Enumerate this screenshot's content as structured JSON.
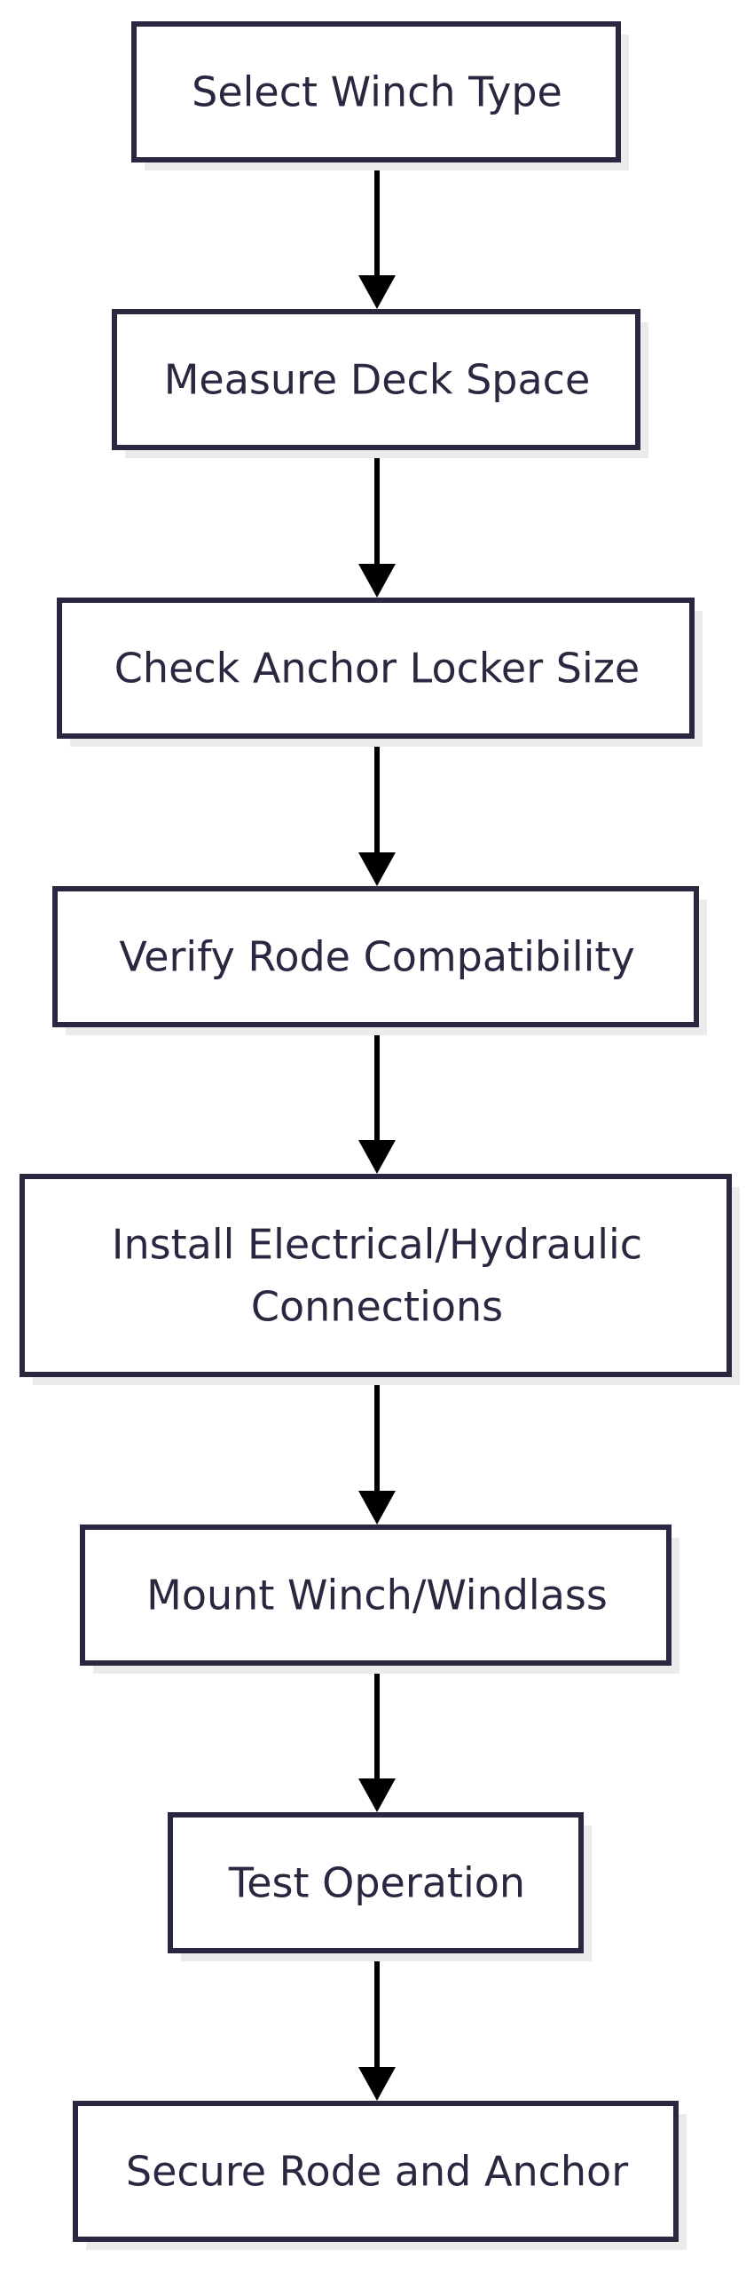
{
  "diagram": {
    "type": "flowchart",
    "direction": "top-to-bottom",
    "colors": {
      "box_stroke": "#2a2840",
      "box_fill": "#ffffff",
      "shadow": "#ebebeb",
      "text": "#2a2840",
      "arrow": "#000000"
    },
    "nodes": [
      {
        "id": "select-winch-type",
        "lines": [
          "Select Winch Type"
        ]
      },
      {
        "id": "measure-deck-space",
        "lines": [
          "Measure Deck Space"
        ]
      },
      {
        "id": "check-anchor-locker-size",
        "lines": [
          "Check Anchor Locker Size"
        ]
      },
      {
        "id": "verify-rode-compatibility",
        "lines": [
          "Verify Rode Compatibility"
        ]
      },
      {
        "id": "install-connections",
        "lines": [
          "Install Electrical/Hydraulic",
          "Connections"
        ]
      },
      {
        "id": "mount-winch-windlass",
        "lines": [
          "Mount Winch/Windlass"
        ]
      },
      {
        "id": "test-operation",
        "lines": [
          "Test Operation"
        ]
      },
      {
        "id": "secure-rode-and-anchor",
        "lines": [
          "Secure Rode and Anchor"
        ]
      }
    ],
    "edges": [
      {
        "from": "select-winch-type",
        "to": "measure-deck-space"
      },
      {
        "from": "measure-deck-space",
        "to": "check-anchor-locker-size"
      },
      {
        "from": "check-anchor-locker-size",
        "to": "verify-rode-compatibility"
      },
      {
        "from": "verify-rode-compatibility",
        "to": "install-connections"
      },
      {
        "from": "install-connections",
        "to": "mount-winch-windlass"
      },
      {
        "from": "mount-winch-windlass",
        "to": "test-operation"
      },
      {
        "from": "test-operation",
        "to": "secure-rode-and-anchor"
      }
    ]
  }
}
